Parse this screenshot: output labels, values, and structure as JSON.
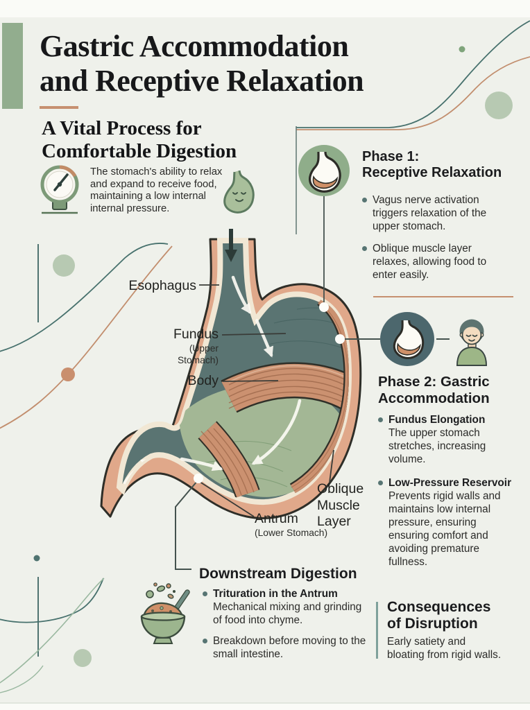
{
  "header": {
    "title_line1": "Gastric Accommodation",
    "title_line2": "and Receptive Relaxation",
    "subtitle_line1": "A Vital Process for",
    "subtitle_line2": "Comfortable Digestion",
    "intro": "The stomach's ability to relax and expand to receive food, maintaining a low internal internal pressure."
  },
  "phase1": {
    "title_line1": "Phase 1:",
    "title_line2": "Receptive Relaxation",
    "bullets": [
      {
        "text": "Vagus nerve activation triggers relaxation of the upper stomach."
      },
      {
        "text": "Oblique muscle layer relaxes, allowing food to enter easily."
      }
    ]
  },
  "phase2": {
    "title_line1": "Phase 2: Gastric",
    "title_line2": "Accommodation",
    "bullets": [
      {
        "title": "Fundus Elongation",
        "body": "The upper stomach stretches, increasing volume."
      },
      {
        "title": "Low-Pressure Reservoir",
        "body": "Prevents rigid walls and maintains low internal pressure, ensuring ensuring comfort and avoiding premature fullness."
      }
    ]
  },
  "diagram": {
    "labels": {
      "esophagus": "Esophagus",
      "fundus": "Fundus",
      "fundus_sub": "(Upper Stomach)",
      "body": "Body",
      "antrum": "Antrum",
      "antrum_sub": "(Lower Stomach)",
      "oblique": "Oblique Muscle Layer"
    }
  },
  "downstream": {
    "title": "Downstream Digestion",
    "bullets": [
      {
        "title": "Trituration in the Antrum",
        "body": "Mechanical mixing and grinding of food into chyme."
      },
      {
        "text": "Breakdown before moving to the small intestine."
      }
    ]
  },
  "consequences": {
    "title_line1": "Consequences",
    "title_line2": "of Disruption",
    "body_line1": "Early satiety and",
    "body_line2": "bloating from rigid walls."
  },
  "icons": [
    "pressure-gauge-icon",
    "happy-stomach-icon",
    "stomach-phase1-icon",
    "stomach-phase2-icon",
    "person-avatar-icon",
    "food-bowl-icon"
  ],
  "colors": {
    "background": "#eff1eb",
    "ink": "#17181a",
    "sage_bar": "#92ad8e",
    "sage_light": "#b7c9b2",
    "teal_line": "#47716d",
    "teal_dark_circle": "#4c676d",
    "copper": "#c28b66",
    "stomach_wall_salmon": "#e0a88a",
    "cavity_teal": "#5a7472",
    "cavity_sage": "#a3b795",
    "muscle_copper": "#cb9170"
  }
}
